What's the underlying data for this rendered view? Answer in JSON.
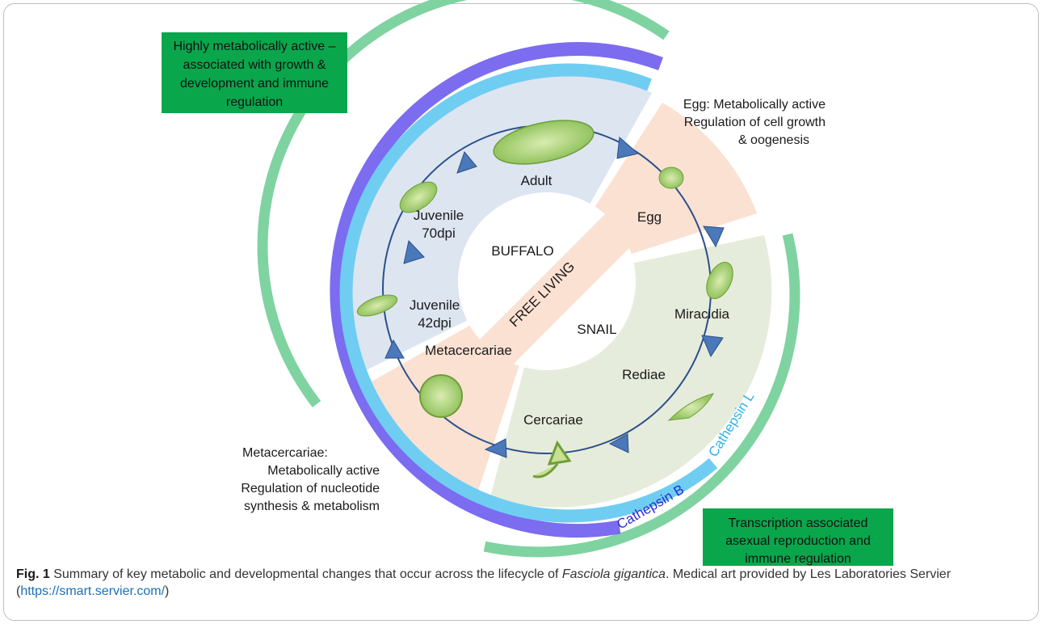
{
  "diagram": {
    "center_labels": {
      "host_buffalo": "BUFFALO",
      "host_snail": "SNAIL",
      "free_living": "FREE LIVING"
    },
    "stages": {
      "adult": "Adult",
      "egg": "Egg",
      "miracidia": "Miracidia",
      "rediae": "Rediae",
      "cercariae": "Cercariae",
      "metacercariae": "Metacercariae",
      "juvenile42": [
        "Juvenile",
        "42dpi"
      ],
      "juvenile70": [
        "Juvenile",
        "70dpi"
      ]
    },
    "callouts": {
      "adult_box": [
        "Highly metabolically active –",
        "associated with growth &",
        "development  and immune",
        "regulation"
      ],
      "egg": [
        "Egg:  Metabolically active",
        "Regulation of cell growth",
        "& oogenesis"
      ],
      "metacercariae": [
        "Metacercariae:",
        "Metabolically active",
        "Regulation of nucleotide",
        "synthesis & metabolism"
      ],
      "snail_box": [
        "Transcription associated",
        "asexual reproduction and",
        "immune regulation"
      ]
    },
    "arc_labels": {
      "cathepsin_l": "Cathepsin L",
      "cathepsin_b": "Cathepsin B"
    },
    "colors": {
      "green_box": "#0aa64c",
      "outer_green_arc": "#7fd3a1",
      "cathepsin_b_arc": "#7b6cf0",
      "cathepsin_l_arc": "#6fcdf2",
      "buffalo_sector": "#dde5f1",
      "snail_sector": "#e6ecdb",
      "peach_sector": "#fbe1d2",
      "cycle_line": "#2b4f8a",
      "arrow_fill": "#4a78b8",
      "cathepsin_l_text": "#2fb3ea",
      "cathepsin_b_text": "#2b2ad0"
    }
  },
  "caption": {
    "label": "Fig. 1",
    "text_before": " Summary of key metabolic and developmental changes that occur across the lifecycle of ",
    "species": "Fasciola gigantica",
    "text_after": ". Medical art provided by Les Laboratories Servier (",
    "link": "https://smart.servier.com/",
    "closing": ")"
  }
}
